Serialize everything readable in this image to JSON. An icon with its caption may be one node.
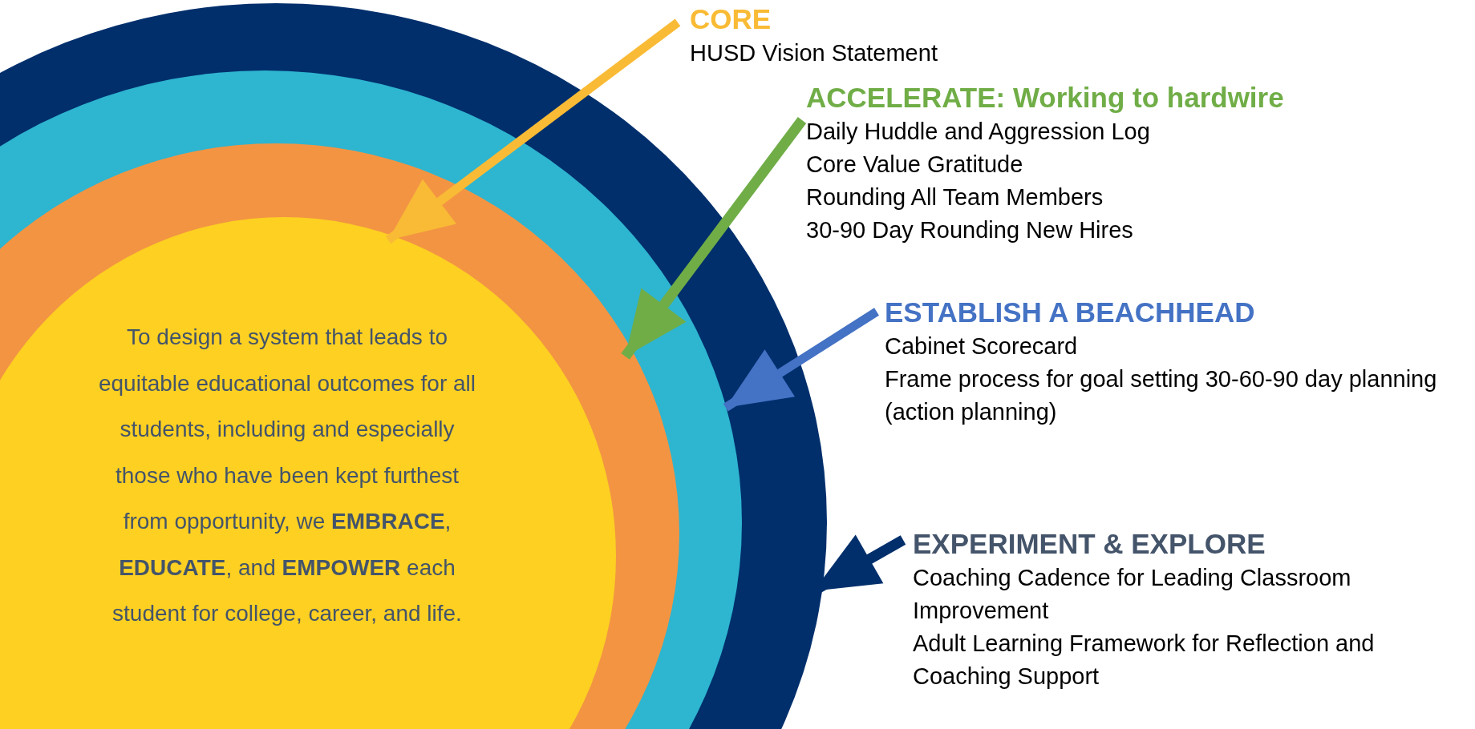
{
  "diagram": {
    "nodes": [
      {
        "text": [],
        "shape": "circle"
      },
      {
        "text": [],
        "shape": "circle",
        "in": 0
      },
      {
        "text": [],
        "shape": "circle",
        "in": 1
      },
      {
        "text": [
          "To design a system that leads to equitable educational outcomes for all students, including and especially those who have been kept furthest from opportunity, we **EMBRACE**,  **EDUCATE**, and **EMPOWER** each student for college, career, and life."
        ],
        "in": 2
      },
      {
        "text": [
          "CORE",
          "HUSD Vision Statement"
        ]
      },
      {
        "text": [
          "ACCELERATE: Working to hardwire",
          "Daily Huddle and Aggression Log",
          "Core Value Gratitude",
          "Rounding All Team Members",
          "30-90 Day Rounding New Hires"
        ]
      },
      {
        "text": [
          "ESTABLISH A BEACHHEAD",
          "Cabinet Scorecard",
          "Frame process for goal setting 30-60-90 day planning (action planning)"
        ]
      },
      {
        "text": [
          "EXPERIMENT & EXPLORE",
          "Coaching Cadence for Leading Classroom Improvement",
          "Adult Learning Framework for Reflection and Coaching Support"
        ]
      }
    ],
    "edges": [
      {
        "from": 4,
        "to": 3,
        "arrow": "to",
        "color": "#f9bb35"
      },
      {
        "from": 5,
        "to": 2,
        "arrow": "to",
        "color": "#70ad47"
      },
      {
        "from": 6,
        "to": 1,
        "arrow": "to",
        "color": "#4472c4"
      },
      {
        "from": 7,
        "to": 0,
        "arrow": "to",
        "color": "#002f6c"
      }
    ]
  }
}
